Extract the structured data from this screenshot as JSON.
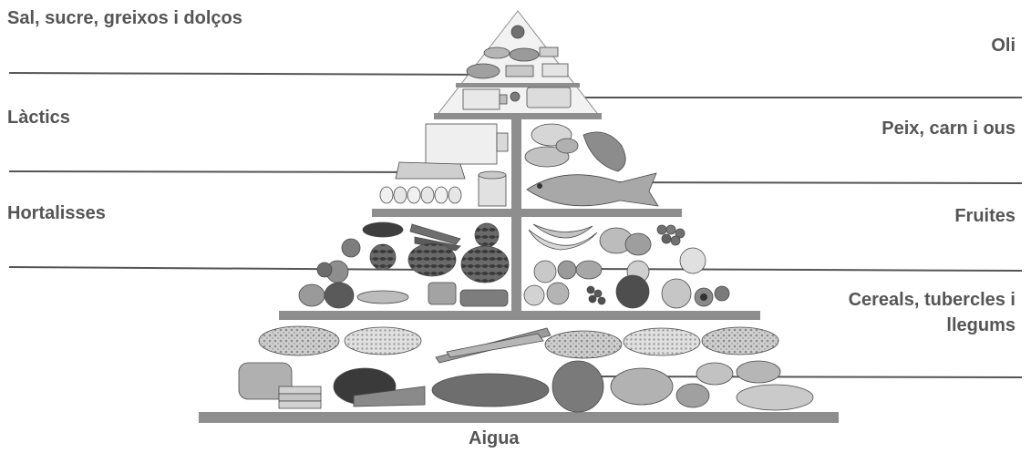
{
  "labels": {
    "salt_sugar": "Sal, sucre, greixos i dolços",
    "oil": "Oli",
    "dairy": "Làctics",
    "fish_meat_eggs": "Peix, carn i ous",
    "vegetables": "Hortalisses",
    "fruits": "Fruites",
    "cereals_line1": "Cereals, tubercles i",
    "cereals_line2": "llegums",
    "water": "Aigua"
  },
  "food_icons": [
    "sweets-icon",
    "oil-bottle-icon",
    "milk-carton-icon",
    "cheese-icon",
    "eggs-icon",
    "yogurt-icon",
    "chicken-icon",
    "meat-icon",
    "fish-icon",
    "eggplant-icon",
    "carrots-icon",
    "broccoli-icon",
    "tomato-icon",
    "lettuce-icon",
    "cucumber-icon",
    "pepper-icon",
    "pumpkin-icon",
    "banana-icon",
    "mango-icon",
    "grapes-icon",
    "apple-icon",
    "orange-icon",
    "pear-icon",
    "watermelon-icon",
    "kiwi-icon",
    "pasta-icon",
    "rice-icon",
    "lentils-icon",
    "beans-icon",
    "spaghetti-icon",
    "bread-icon",
    "bread-loaf-icon",
    "roll-icon",
    "potato-icon"
  ]
}
